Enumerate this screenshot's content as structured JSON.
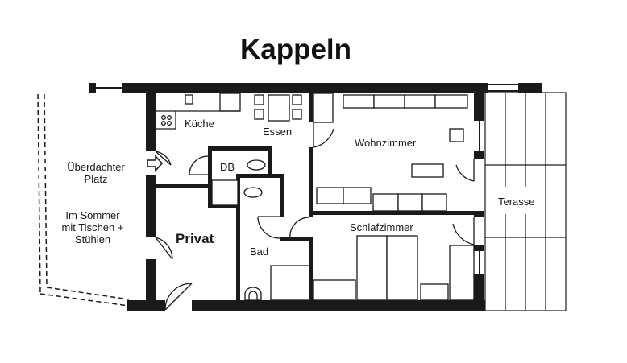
{
  "title": "Kappeln",
  "rooms": {
    "kitchen": "Küche",
    "dining": "Essen",
    "living": "Wohnzimmer",
    "shower": "DB",
    "private": "Privat",
    "bath": "Bad",
    "bedroom": "Schlafzimmer",
    "terrace": "Terasse"
  },
  "outside": {
    "covered_line1": "Überdachter",
    "covered_line2": "Platz",
    "summer_line1": "Im Sommer",
    "summer_line2": "mit Tischen +",
    "summer_line3": "Stühlen"
  },
  "colors": {
    "wall": "#1a1a1a",
    "background": "#ffffff"
  }
}
